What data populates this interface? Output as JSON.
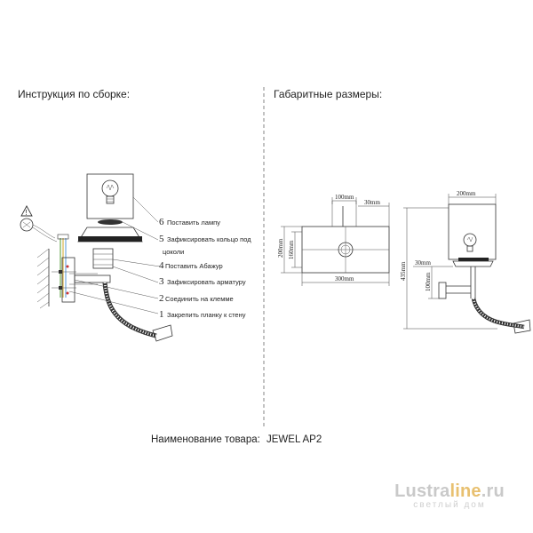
{
  "left_heading": "Инструкция по сборке:",
  "right_heading": "Габаритные размеры:",
  "steps": [
    {
      "num": "6",
      "text": "Поставить лампу"
    },
    {
      "num": "5",
      "text": "Зафиксировать кольцо под"
    },
    {
      "num": "",
      "text": "цоколи"
    },
    {
      "num": "4",
      "text": "Поставить Абажур"
    },
    {
      "num": "3",
      "text": "Зафиксировать арматуру"
    },
    {
      "num": "2",
      "text": "Соединить на клемме"
    },
    {
      "num": "1",
      "text": "Закрепить планку к стену"
    }
  ],
  "dims_front": {
    "top_width": "100mm",
    "top_offset": "30mm",
    "height_outer": "200mm",
    "height_inner": "160mm",
    "width": "300mm"
  },
  "dims_side": {
    "shade_width": "200mm",
    "total_height": "435mm",
    "arm_offset": "30mm",
    "base_height": "100mm"
  },
  "product_label": "Наименование товара:",
  "product_name": "JEWEL AP2",
  "brand": {
    "main": "Lustra",
    "accent": "line",
    "tld": ".ru",
    "sub": "светлый дом"
  }
}
